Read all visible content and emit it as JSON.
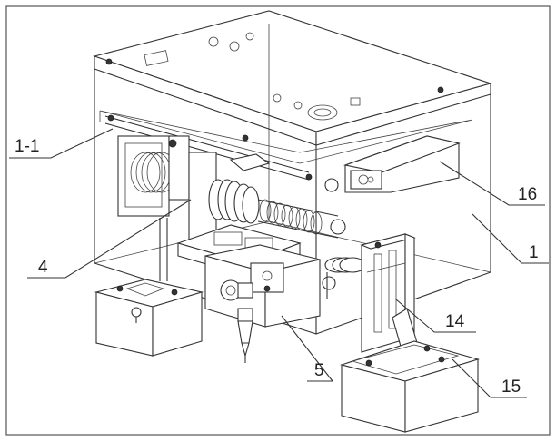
{
  "labels": {
    "l1_1": "1-1",
    "l4": "4",
    "l5": "5",
    "l14": "14",
    "l15": "15",
    "l16": "16",
    "l1": "1"
  }
}
